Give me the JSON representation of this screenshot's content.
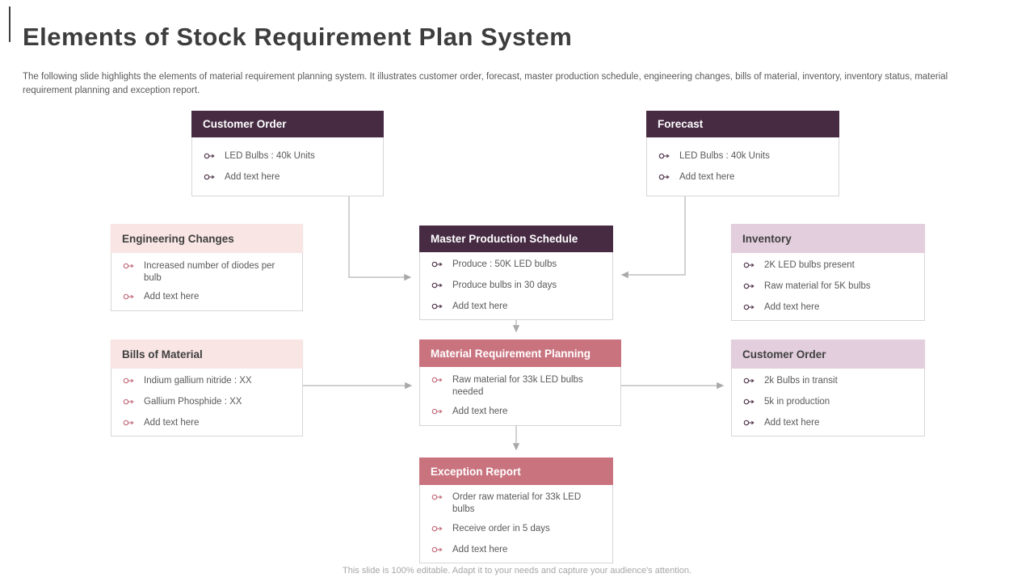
{
  "slide": {
    "title": "Elements of Stock Requirement Plan System",
    "subtitle": "The following slide highlights the elements of material requirement planning system. It illustrates customer order, forecast, master production schedule, engineering changes, bills of material, inventory, inventory status, material requirement planning and exception report.",
    "footer": "This slide is 100% editable.  Adapt it to your needs and capture your audience's attention."
  },
  "colors": {
    "header_dark_purple": "#462b43",
    "header_rose": "#c9737f",
    "header_light_pink": "#f8e5e4",
    "header_light_mauve": "#e3cedd",
    "bullet_dark": "#54394f",
    "bullet_rose": "#c4707e",
    "connector_gray": "#a9a9a9",
    "body_text": "#595959"
  },
  "boxes": [
    {
      "id": "customer-order-top",
      "title": "Customer Order",
      "style": "dark",
      "items": [
        "LED Bulbs : 40k Units",
        "Add text here"
      ]
    },
    {
      "id": "forecast",
      "title": "Forecast",
      "style": "dark",
      "items": [
        "LED Bulbs : 40k Units",
        "Add text here"
      ]
    },
    {
      "id": "engineering-changes",
      "title": "Engineering Changes",
      "style": "pink",
      "items": [
        "Increased number of diodes per bulb",
        "Add text here"
      ]
    },
    {
      "id": "master-production-schedule",
      "title": "Master Production Schedule",
      "style": "dark",
      "items": [
        "Produce :  50K LED bulbs",
        "Produce bulbs in 30 days",
        "Add text here"
      ]
    },
    {
      "id": "inventory",
      "title": "Inventory",
      "style": "mauve",
      "items": [
        "2K LED bulbs present",
        "Raw material for 5K bulbs",
        "Add text here"
      ]
    },
    {
      "id": "bills-of-material",
      "title": "Bills of Material",
      "style": "pink",
      "items": [
        "Indium gallium nitride : XX",
        "Gallium Phosphide : XX",
        "Add text here"
      ]
    },
    {
      "id": "material-requirement-planning",
      "title": "Material Requirement Planning",
      "style": "rose",
      "items": [
        "Raw material for 33k LED bulbs needed",
        "Add text here"
      ]
    },
    {
      "id": "customer-order-right",
      "title": "Customer Order",
      "style": "mauve",
      "items": [
        "2k Bulbs in transit",
        "5k in production",
        "Add text here"
      ]
    },
    {
      "id": "exception-report",
      "title": "Exception Report",
      "style": "rose",
      "items": [
        "Order raw material for 33k LED bulbs",
        "Receive order in 5 days",
        "Add text here"
      ]
    }
  ]
}
